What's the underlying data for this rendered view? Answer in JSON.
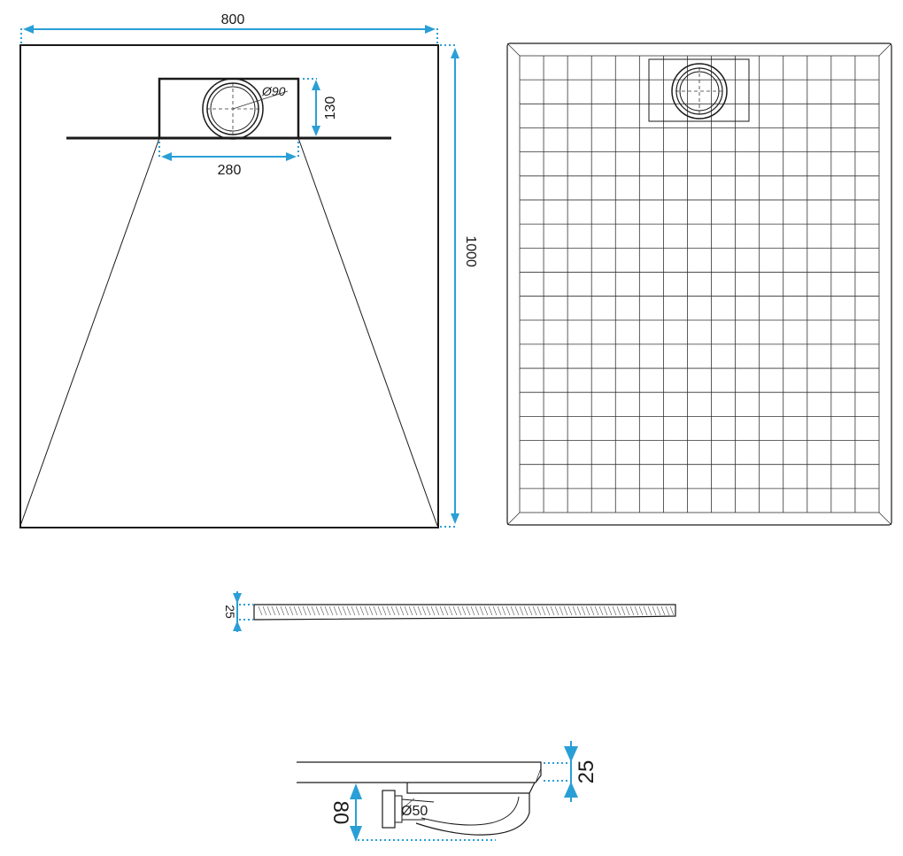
{
  "plan_view": {
    "width_label": "800",
    "length_label": "1000",
    "drain_diameter_label": "Ø90",
    "drain_width_label": "280",
    "drain_depth_label": "130"
  },
  "side_profile": {
    "thickness_label": "25"
  },
  "detail_section": {
    "thickness_label": "25",
    "height_label": "80",
    "pipe_diameter_label": "Ø50"
  },
  "colors": {
    "dimension": "#2a9fd6",
    "outline": "#1a1a1a"
  }
}
